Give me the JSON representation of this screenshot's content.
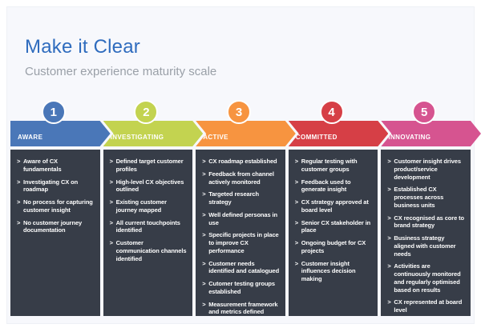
{
  "header": {
    "title": "Make it Clear",
    "subtitle": "Customer experience maturity scale"
  },
  "colors": {
    "title_blue": "#2f6cbe",
    "subtitle_gray": "#9aa0a8",
    "panel_background": "#373d48",
    "card_background": "#f7f8fc",
    "bullet_text": "#fdfdfd"
  },
  "stages": [
    {
      "number": "1",
      "label": "AWARE",
      "color": "#4a77b8",
      "items": [
        "Aware of CX fundamentals",
        "Investigating CX on roadmap",
        "No process for capturing customer insight",
        "No customer journey documentation"
      ]
    },
    {
      "number": "2",
      "label": "INVESTIGATING",
      "color": "#c3d350",
      "items": [
        "Defined target customer profiles",
        "High-level CX objectives outlined",
        "Existing customer journey mapped",
        "All current touchpoints identified",
        "Customer communication channels identified"
      ]
    },
    {
      "number": "3",
      "label": "ACTIVE",
      "color": "#f79440",
      "items": [
        "CX roadmap established",
        "Feedback from channel actively monitored",
        "Targeted research strategy",
        "Well defined personas in use",
        "Specific projects in place to improve CX performance",
        "Customer needs identified and catalogued",
        "Cutomer testing groups established",
        "Measurement framework and metrics defined"
      ]
    },
    {
      "number": "4",
      "label": "COMMITTED",
      "color": "#d63f46",
      "items": [
        "Regular testing with customer groups",
        "Feedback used to generate insight",
        "CX strategy approved at board level",
        "Senior CX stakeholder in place",
        "Ongoing budget for CX projects",
        "Customer insight influences decision making"
      ]
    },
    {
      "number": "5",
      "label": "INNOVATING",
      "color": "#d65490",
      "items": [
        "Customer insight drives product/service development",
        "Established CX processes across business units",
        "CX recognised as core to brand strategy",
        "Business strategy aligned with customer needs",
        "Activities are continuously monitored and regularly optimised based on results",
        "CX represented at board level"
      ]
    }
  ]
}
